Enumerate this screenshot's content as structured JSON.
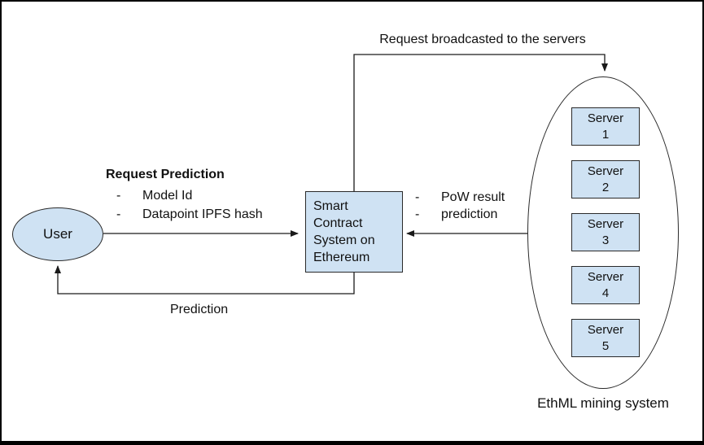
{
  "colors": {
    "node_fill": "#cfe2f3",
    "stroke": "#2a2a2a",
    "text": "#111111",
    "background": "#ffffff",
    "frame": "#000000"
  },
  "labels": {
    "broadcast": "Request broadcasted to the servers",
    "request_title": "Request Prediction",
    "bullet": "-",
    "request_items": [
      {
        "bullet": "-",
        "text": "Model Id"
      },
      {
        "bullet": "-",
        "text": "Datapoint IPFS hash"
      }
    ],
    "pow_items": [
      {
        "bullet": "-",
        "text": "PoW result"
      },
      {
        "bullet": "-",
        "text": "prediction"
      }
    ],
    "prediction": "Prediction",
    "ethml_caption": "EthML mining system"
  },
  "nodes": {
    "user": {
      "label": "User"
    },
    "contract": {
      "lines": [
        "Smart",
        "Contract",
        "System on",
        "Ethereum"
      ]
    },
    "servers": [
      {
        "name": "Server",
        "number": "1"
      },
      {
        "name": "Server",
        "number": "2"
      },
      {
        "name": "Server",
        "number": "3"
      },
      {
        "name": "Server",
        "number": "4"
      },
      {
        "name": "Server",
        "number": "5"
      }
    ]
  }
}
